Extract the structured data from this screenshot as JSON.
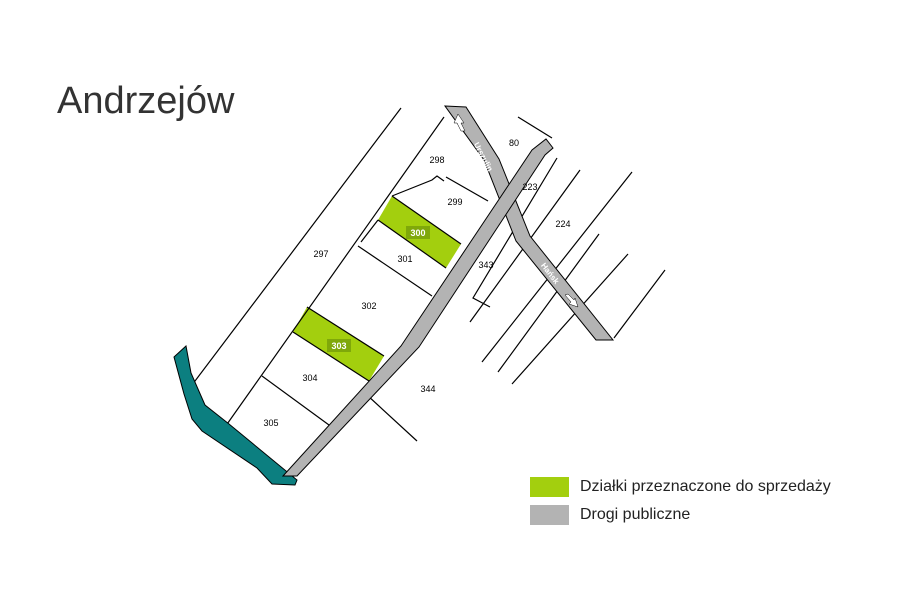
{
  "title": "Andrzejów",
  "colors": {
    "sale_plot": "#a3cf0e",
    "sale_label_bg": "#7fa80a",
    "road": "#b3b3b3",
    "water": "#0c7f80",
    "line": "#000000"
  },
  "plots": {
    "p80": "80",
    "p223": "223",
    "p224": "224",
    "p297": "297",
    "p298": "298",
    "p299": "299",
    "p300": "300",
    "p301": "301",
    "p302": "302",
    "p303": "303",
    "p304": "304",
    "p305": "305",
    "p343": "343",
    "p344": "344"
  },
  "roads": {
    "urszulin": "Urszulin",
    "hansk": "Hańsk"
  },
  "legend": {
    "sale": "Działki przeznaczone do sprzedaży",
    "roads": "Drogi publiczne"
  }
}
